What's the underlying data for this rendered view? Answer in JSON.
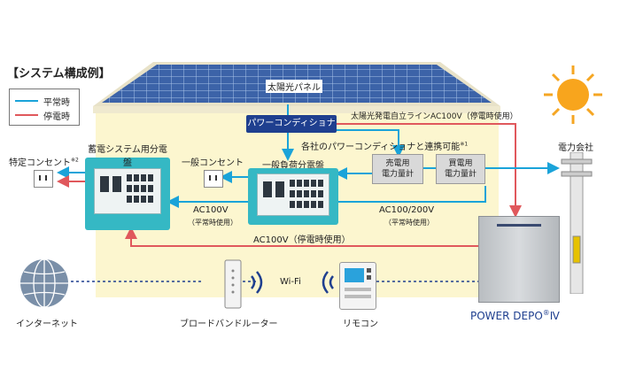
{
  "title": "【システム構成例】",
  "legend": {
    "normal": "平常時",
    "outage": "停電時"
  },
  "colors": {
    "normal": "#1aa3d9",
    "outage": "#e0585c",
    "house": "#fcf6cf",
    "panel": "#35b8c4",
    "conditioner": "#1f3f8f"
  },
  "labels": {
    "solar_panel": "太陽光パネル",
    "power_conditioner": "パワーコンディショナ",
    "self_line": "太陽光発電自立ラインAC100V（停電時使用）",
    "compat_note": "各社のパワーコンディショナと連携可能",
    "compat_mark": "※1",
    "power_company": "電力会社",
    "specific_outlet": "特定コンセント",
    "specific_outlet_mark": "※2",
    "general_outlet": "一般コンセント",
    "storage_panel": "蓄電システム用分電盤",
    "general_panel": "一般負荷分電盤",
    "sell_meter": "売電用\n電力量計",
    "buy_meter": "買電用\n電力量計",
    "ac100_a": "AC100V",
    "ac100_a_sub": "（平常時使用）",
    "ac100_200": "AC100/200V",
    "ac100_200_sub": "（平常時使用）",
    "ac100_outage": "AC100V（停電時使用）",
    "internet": "インターネット",
    "router": "ブロードバンドルーター",
    "wifi": "Wi-Fi",
    "remote": "リモコン",
    "product": "POWER DEPO",
    "product_reg": "®",
    "product_ver": "Ⅳ"
  }
}
